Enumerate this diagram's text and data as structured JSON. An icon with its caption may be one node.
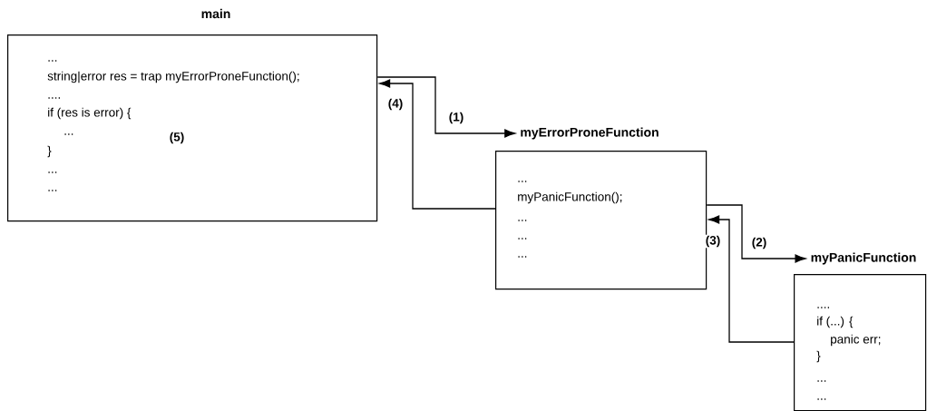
{
  "diagram": {
    "nodes": [
      {
        "text": [
          "main",
          "...",
          "string|error res = trap myErrorProneFunction();",
          "....",
          "if (res is error) {",
          "...",
          "}",
          "...",
          "..."
        ]
      },
      {
        "text": [
          "myErrorProneFunction",
          "...",
          "myPanicFunction();",
          "...",
          "...",
          "..."
        ]
      },
      {
        "text": [
          "myPanicFunction",
          "....",
          "if (...) {",
          "panic err;",
          "}",
          "...",
          "..."
        ]
      }
    ],
    "edges": [
      {
        "from": 0,
        "to": 1,
        "arrow": "to",
        "label": "(1)"
      },
      {
        "from": 1,
        "to": 0,
        "arrow": "to",
        "label": "(4)"
      },
      {
        "from": 1,
        "to": 2,
        "arrow": "to",
        "label": "(2)"
      },
      {
        "from": 2,
        "to": 1,
        "arrow": "to",
        "label": "(3)"
      }
    ],
    "labels": [
      "(5)"
    ]
  }
}
